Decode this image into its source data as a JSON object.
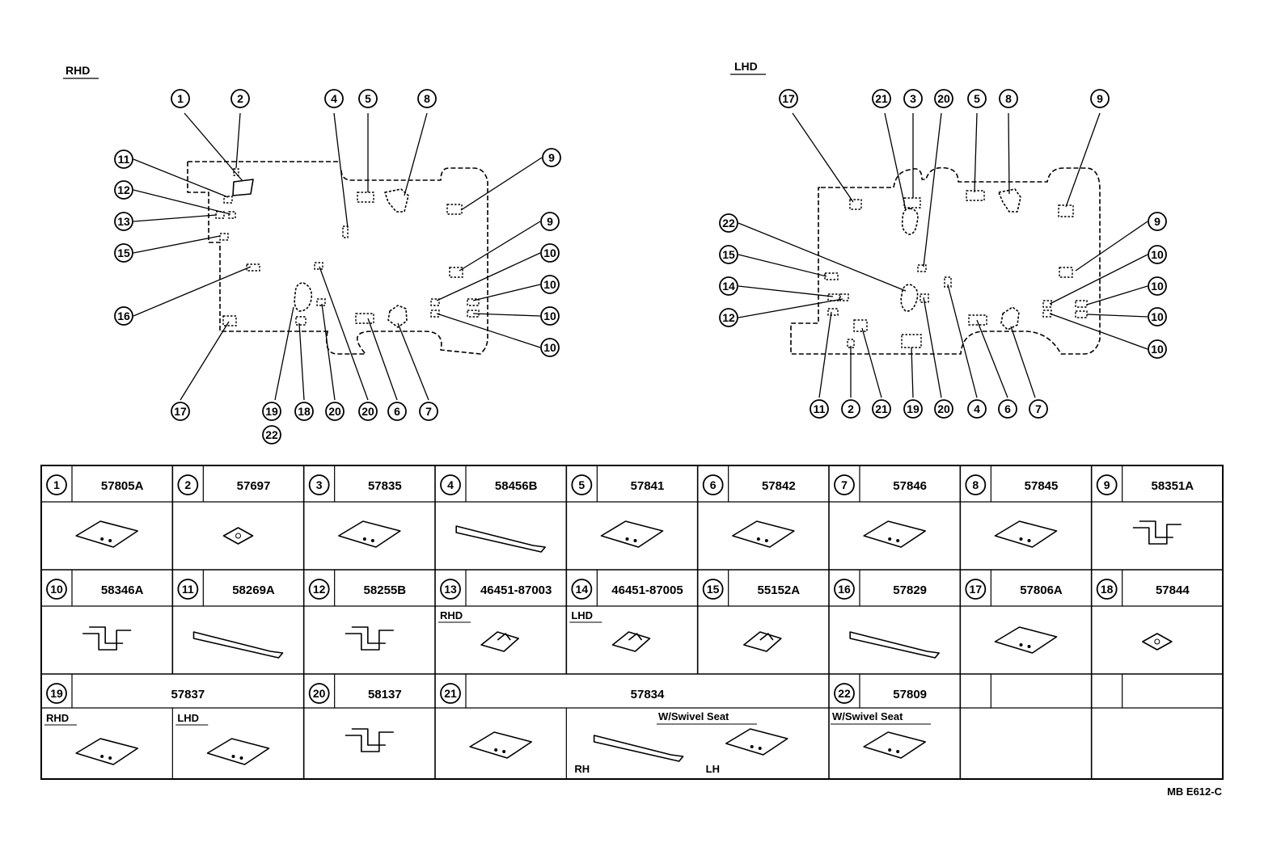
{
  "views": {
    "rhd": {
      "title": "RHD",
      "callouts": [
        "1",
        "2",
        "4",
        "5",
        "8",
        "11",
        "12",
        "13",
        "15",
        "9",
        "9",
        "10",
        "10",
        "10",
        "10",
        "16",
        "17",
        "19",
        "22",
        "18",
        "20",
        "20",
        "6",
        "7"
      ]
    },
    "lhd": {
      "title": "LHD",
      "callouts": [
        "17",
        "21",
        "3",
        "20",
        "5",
        "8",
        "9",
        "22",
        "15",
        "14",
        "12",
        "9",
        "10",
        "10",
        "10",
        "10",
        "11",
        "2",
        "21",
        "19",
        "20",
        "4",
        "6",
        "7"
      ]
    }
  },
  "parts_table": {
    "rows": [
      [
        {
          "num": "1",
          "part": "57805A"
        },
        {
          "num": "2",
          "part": "57697"
        },
        {
          "num": "3",
          "part": "57835"
        },
        {
          "num": "4",
          "part": "58456B"
        },
        {
          "num": "5",
          "part": "57841"
        },
        {
          "num": "6",
          "part": "57842"
        },
        {
          "num": "7",
          "part": "57846"
        },
        {
          "num": "8",
          "part": "57845"
        },
        {
          "num": "9",
          "part": "58351A"
        }
      ],
      [
        {
          "num": "10",
          "part": "58346A"
        },
        {
          "num": "11",
          "part": "58269A"
        },
        {
          "num": "12",
          "part": "58255B"
        },
        {
          "num": "13",
          "part": "46451-87003",
          "sub": "RHD"
        },
        {
          "num": "14",
          "part": "46451-87005",
          "sub": "LHD"
        },
        {
          "num": "15",
          "part": "55152A"
        },
        {
          "num": "16",
          "part": "57829"
        },
        {
          "num": "17",
          "part": "57806A"
        },
        {
          "num": "18",
          "part": "57844"
        }
      ],
      [
        {
          "num": "19",
          "part": "57837",
          "subs": [
            "RHD",
            "LHD"
          ]
        },
        {
          "num": "20",
          "part": "58137"
        },
        {
          "num": "21",
          "part": "57834",
          "note": "W/Swivel Seat",
          "labels": [
            "RH",
            "LH"
          ]
        },
        {
          "num": "22",
          "part": "57809",
          "note": "W/Swivel Seat"
        }
      ]
    ]
  },
  "figure_code": "MB E612-C"
}
